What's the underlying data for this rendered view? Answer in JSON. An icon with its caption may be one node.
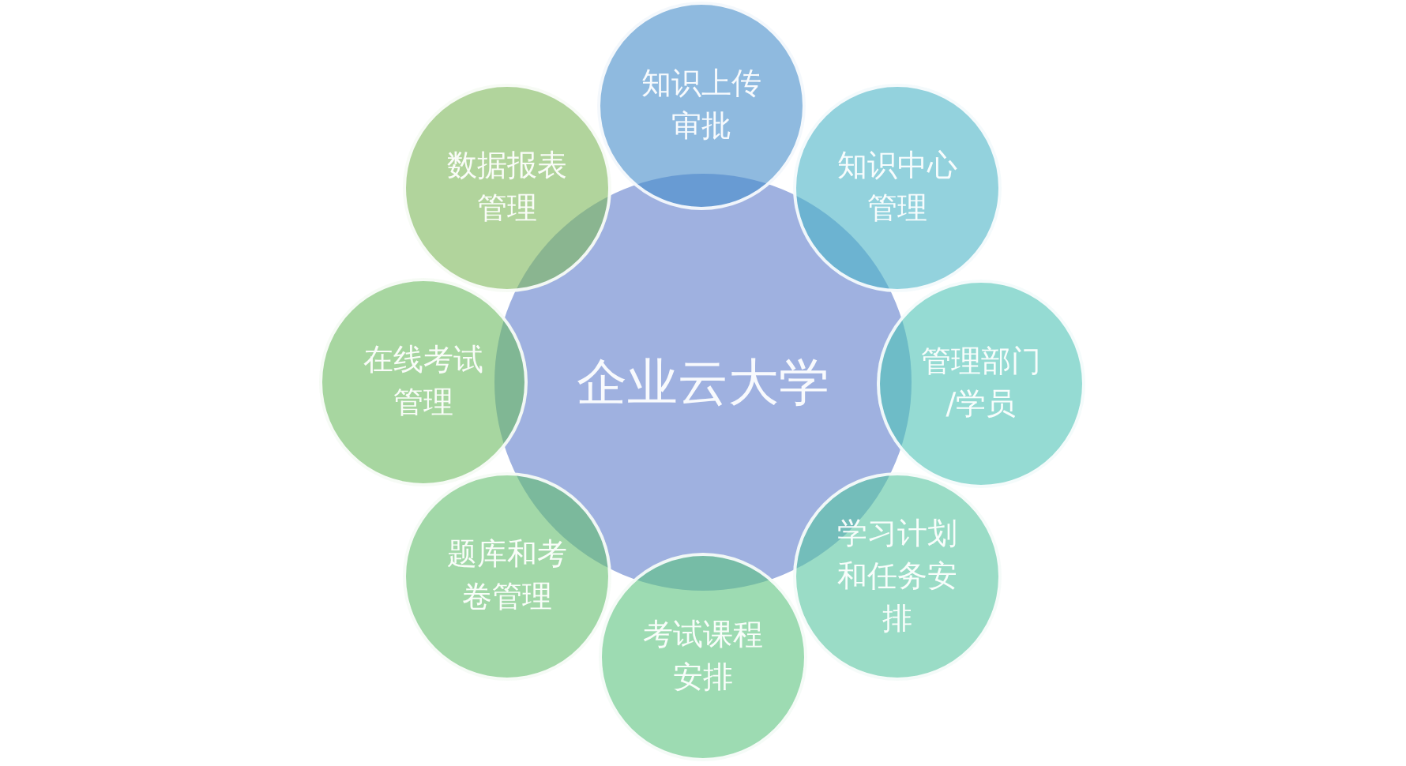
{
  "diagram": {
    "nodes": [
      {
        "text": [
          "企业云大学"
        ]
      },
      {
        "text": [
          "知识上传审批"
        ]
      },
      {
        "text": [
          "知识中心管理"
        ]
      },
      {
        "text": [
          "管理部门/学员"
        ]
      },
      {
        "text": [
          "学习计划和任务安排"
        ]
      },
      {
        "text": [
          "考试课程安排"
        ]
      },
      {
        "text": [
          "题库和考卷管理"
        ]
      },
      {
        "text": [
          "在线考试管理"
        ]
      },
      {
        "text": [
          "数据报表管理"
        ]
      }
    ]
  }
}
